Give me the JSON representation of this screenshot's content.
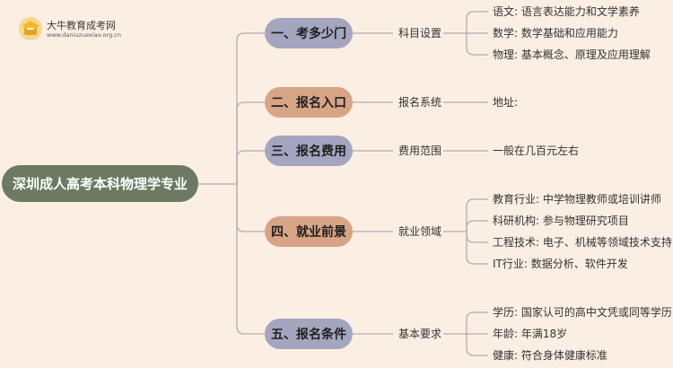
{
  "logo": {
    "name": "大牛教育成考网",
    "url": "www.daniuzuexiao.org.cn"
  },
  "root": {
    "label": "深圳成人高考本科物理学专业"
  },
  "branches": [
    {
      "label": "一、考多少门",
      "sub": "科目设置",
      "leaves": [
        "语文: 语言表达能力和文学素养",
        "数学: 数学基础和应用能力",
        "物理: 基本概念、原理及应用理解"
      ]
    },
    {
      "label": "二、报名入口",
      "sub": "报名系统",
      "leaves": [
        "地址:"
      ]
    },
    {
      "label": "三、报名费用",
      "sub": "费用范围",
      "leaves": [
        "一般在几百元左右"
      ]
    },
    {
      "label": "四、就业前景",
      "sub": "就业领域",
      "leaves": [
        "教育行业: 中学物理教师或培训讲师",
        "科研机构: 参与物理研究项目",
        "工程技术: 电子、机械等领域技术支持",
        "IT行业: 数据分析、软件开发"
      ]
    },
    {
      "label": "五、报名条件",
      "sub": "基本要求",
      "leaves": [
        "学历: 国家认可的高中文凭或同等学历",
        "年龄: 年满18岁",
        "健康: 符合身体健康标准"
      ]
    }
  ],
  "colors": {
    "background": "#fbeee3",
    "root": "#6b7a61",
    "branch_purple": "#a4a6c0",
    "branch_orange": "#d7a585",
    "line": "#b9a9b5"
  }
}
